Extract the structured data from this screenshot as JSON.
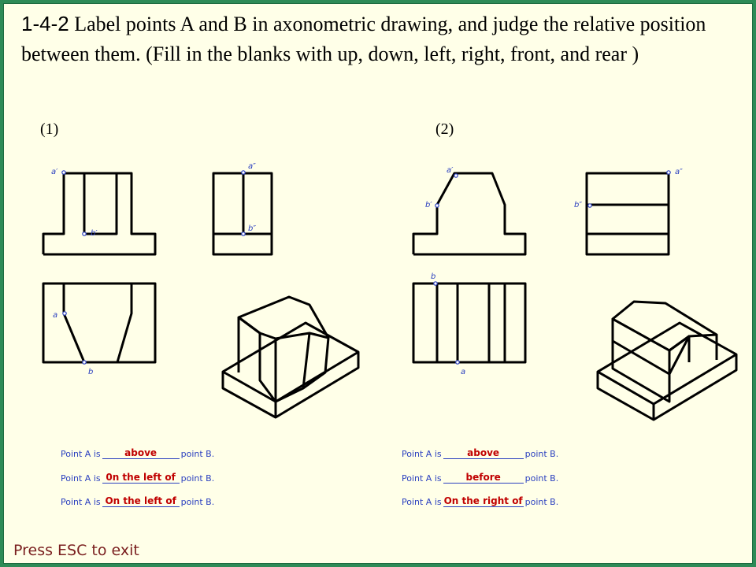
{
  "question": {
    "number": "1-4-2",
    "text": "Label points A and B in axonometric drawing, and judge the relative position between them. (Fill in the blanks with up, down, left, right, front, and rear )"
  },
  "parts": [
    {
      "label": "(1)"
    },
    {
      "label": "(2)"
    }
  ],
  "answers": {
    "prefix": "Point A is",
    "suffix": "point B.",
    "part1": [
      "above",
      "0n the left of",
      "On the left of"
    ],
    "part2": [
      "above",
      "before",
      "On the right of"
    ]
  },
  "footer": {
    "exit_hint": "Press ESC to exit"
  },
  "colors": {
    "background": "#ffffe8",
    "border": "#2e8b57",
    "answer": "#c00000",
    "point_label": "#2a3fbf"
  }
}
